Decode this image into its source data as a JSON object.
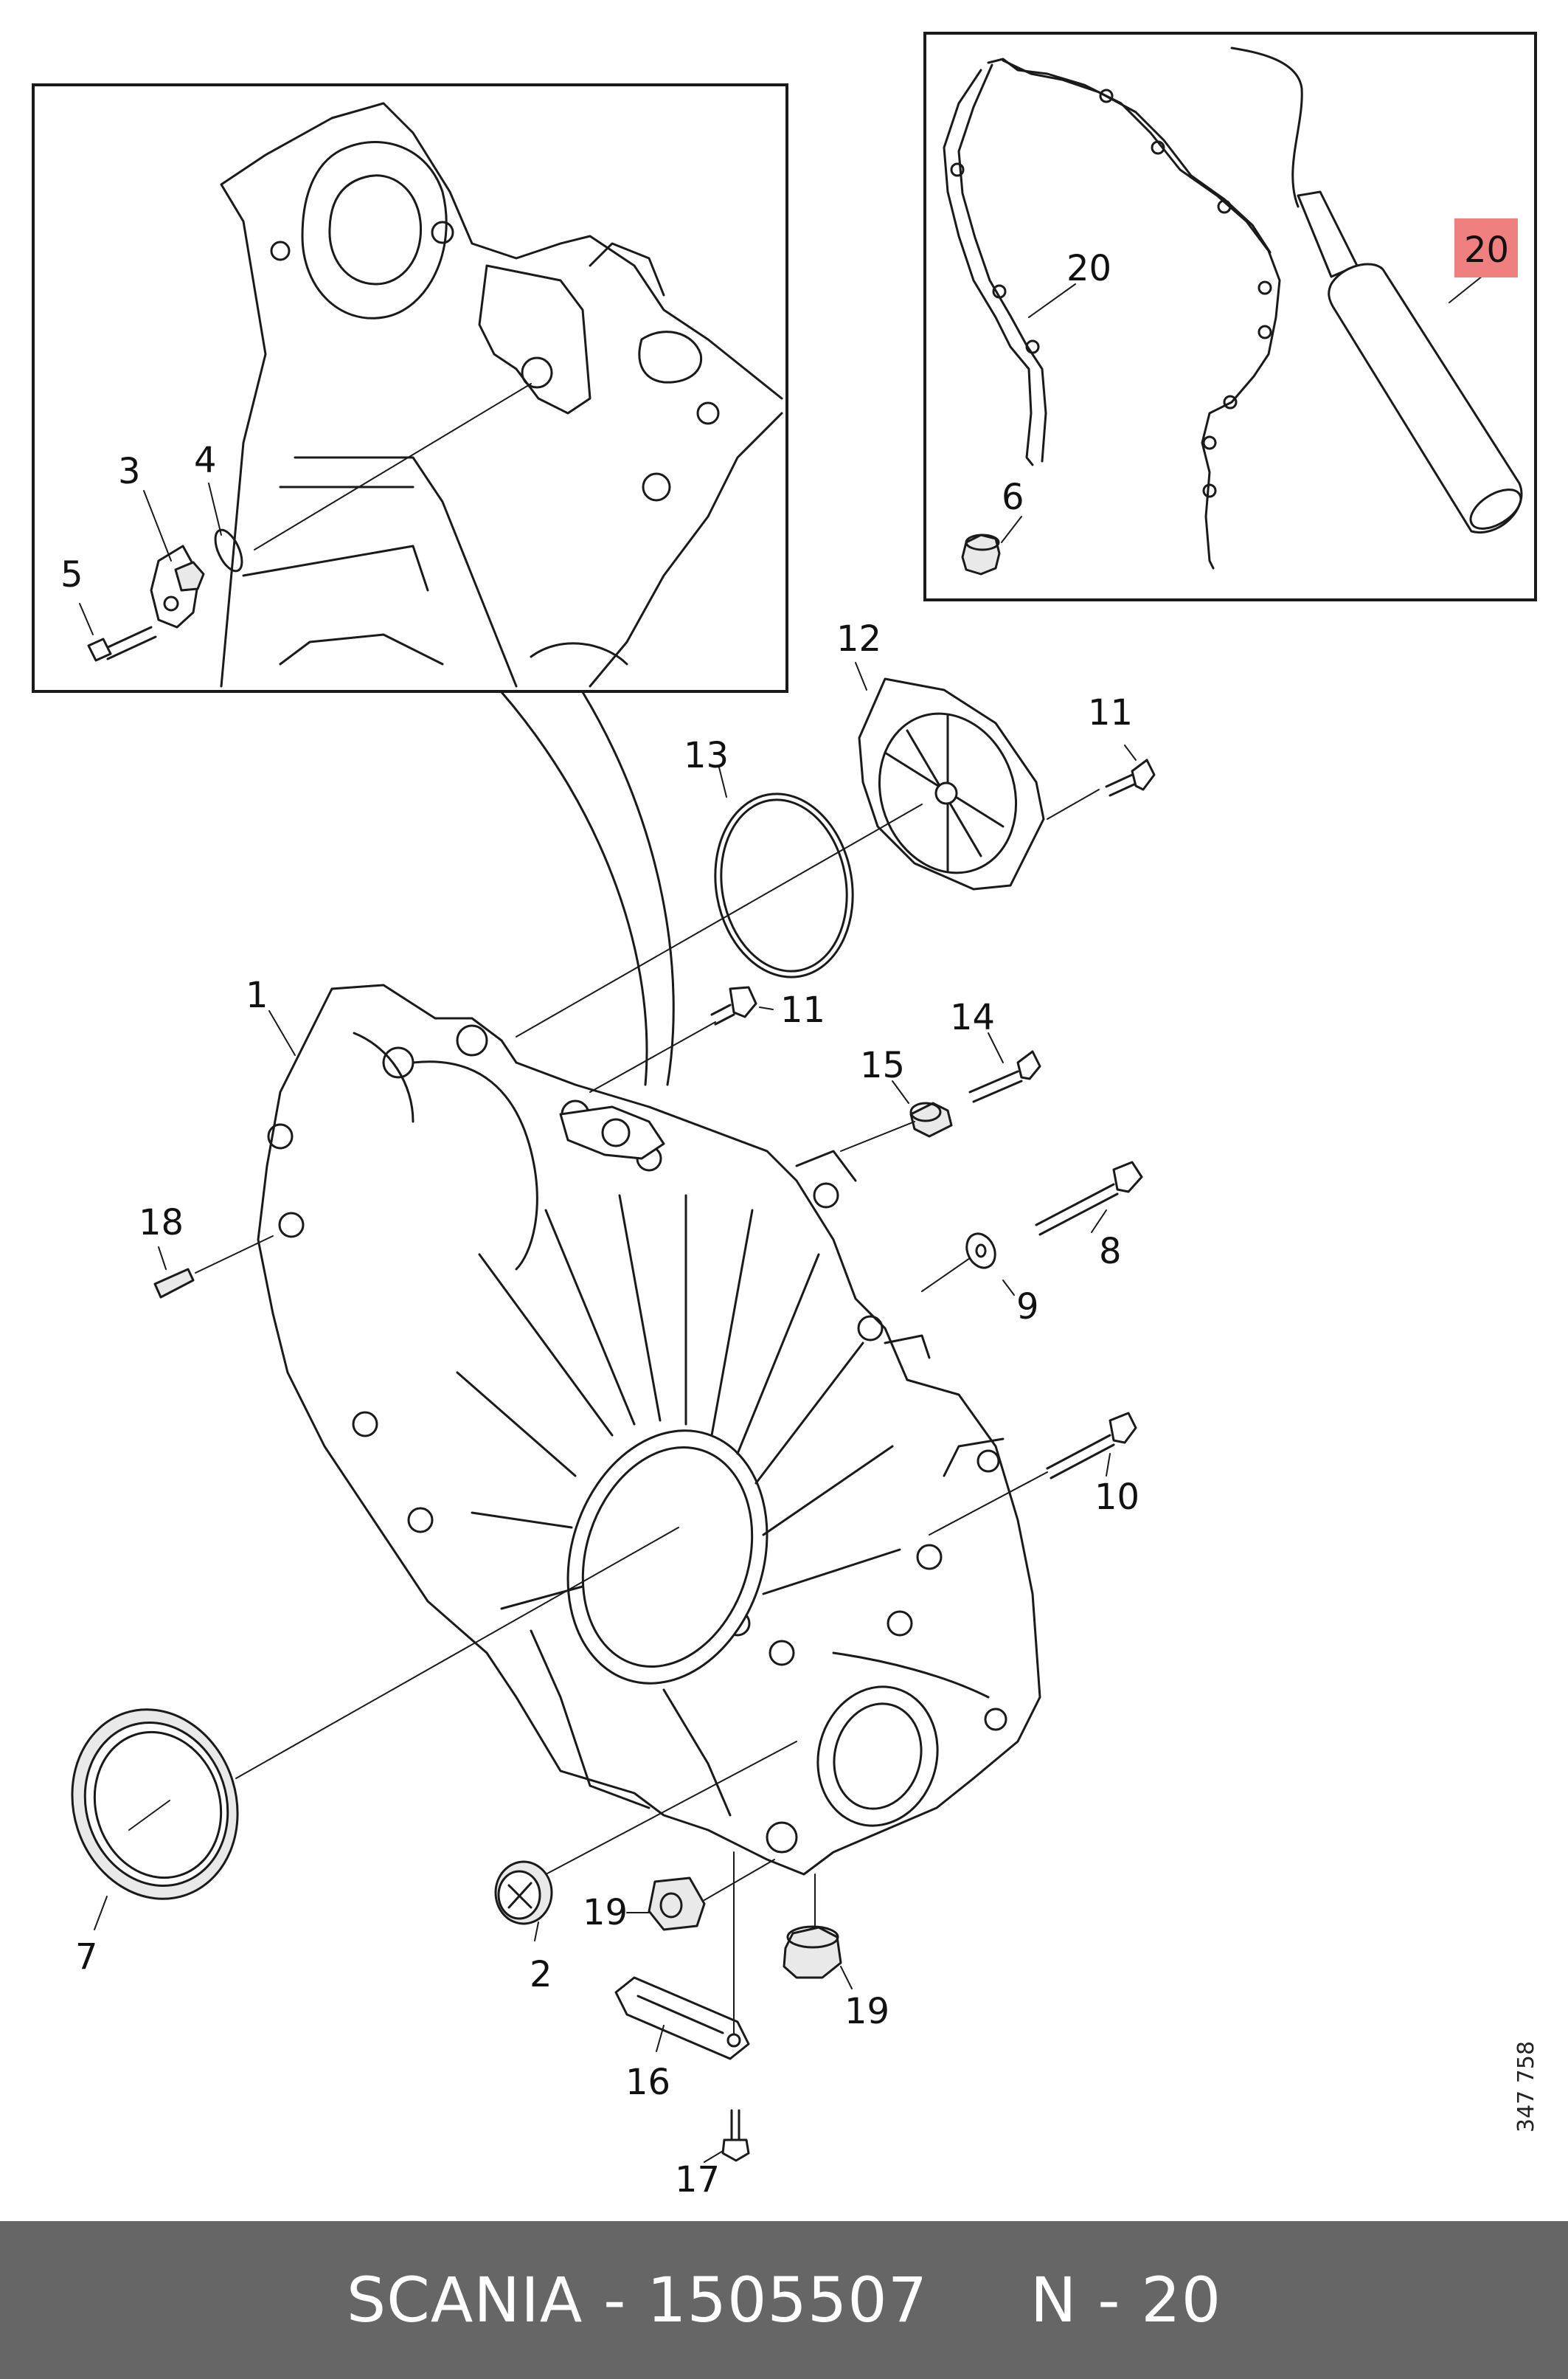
{
  "footer": {
    "brand": "SCANIA",
    "separator": "-",
    "part_number": "1505507",
    "position_label": "N - 20"
  },
  "drawing_number": "347 758",
  "highlight_color": "#f08080",
  "footer_color": "#666666",
  "callouts": {
    "c1": "1",
    "c2": "2",
    "c3": "3",
    "c4": "4",
    "c5": "5",
    "c6": "6",
    "c7": "7",
    "c8": "8",
    "c9": "9",
    "c10": "10",
    "c11a": "11",
    "c11b": "11",
    "c12": "12",
    "c13": "13",
    "c14": "14",
    "c15": "15",
    "c16": "16",
    "c17": "17",
    "c18": "18",
    "c19a": "19",
    "c19b": "19",
    "c20a": "20",
    "c20b": "20"
  }
}
